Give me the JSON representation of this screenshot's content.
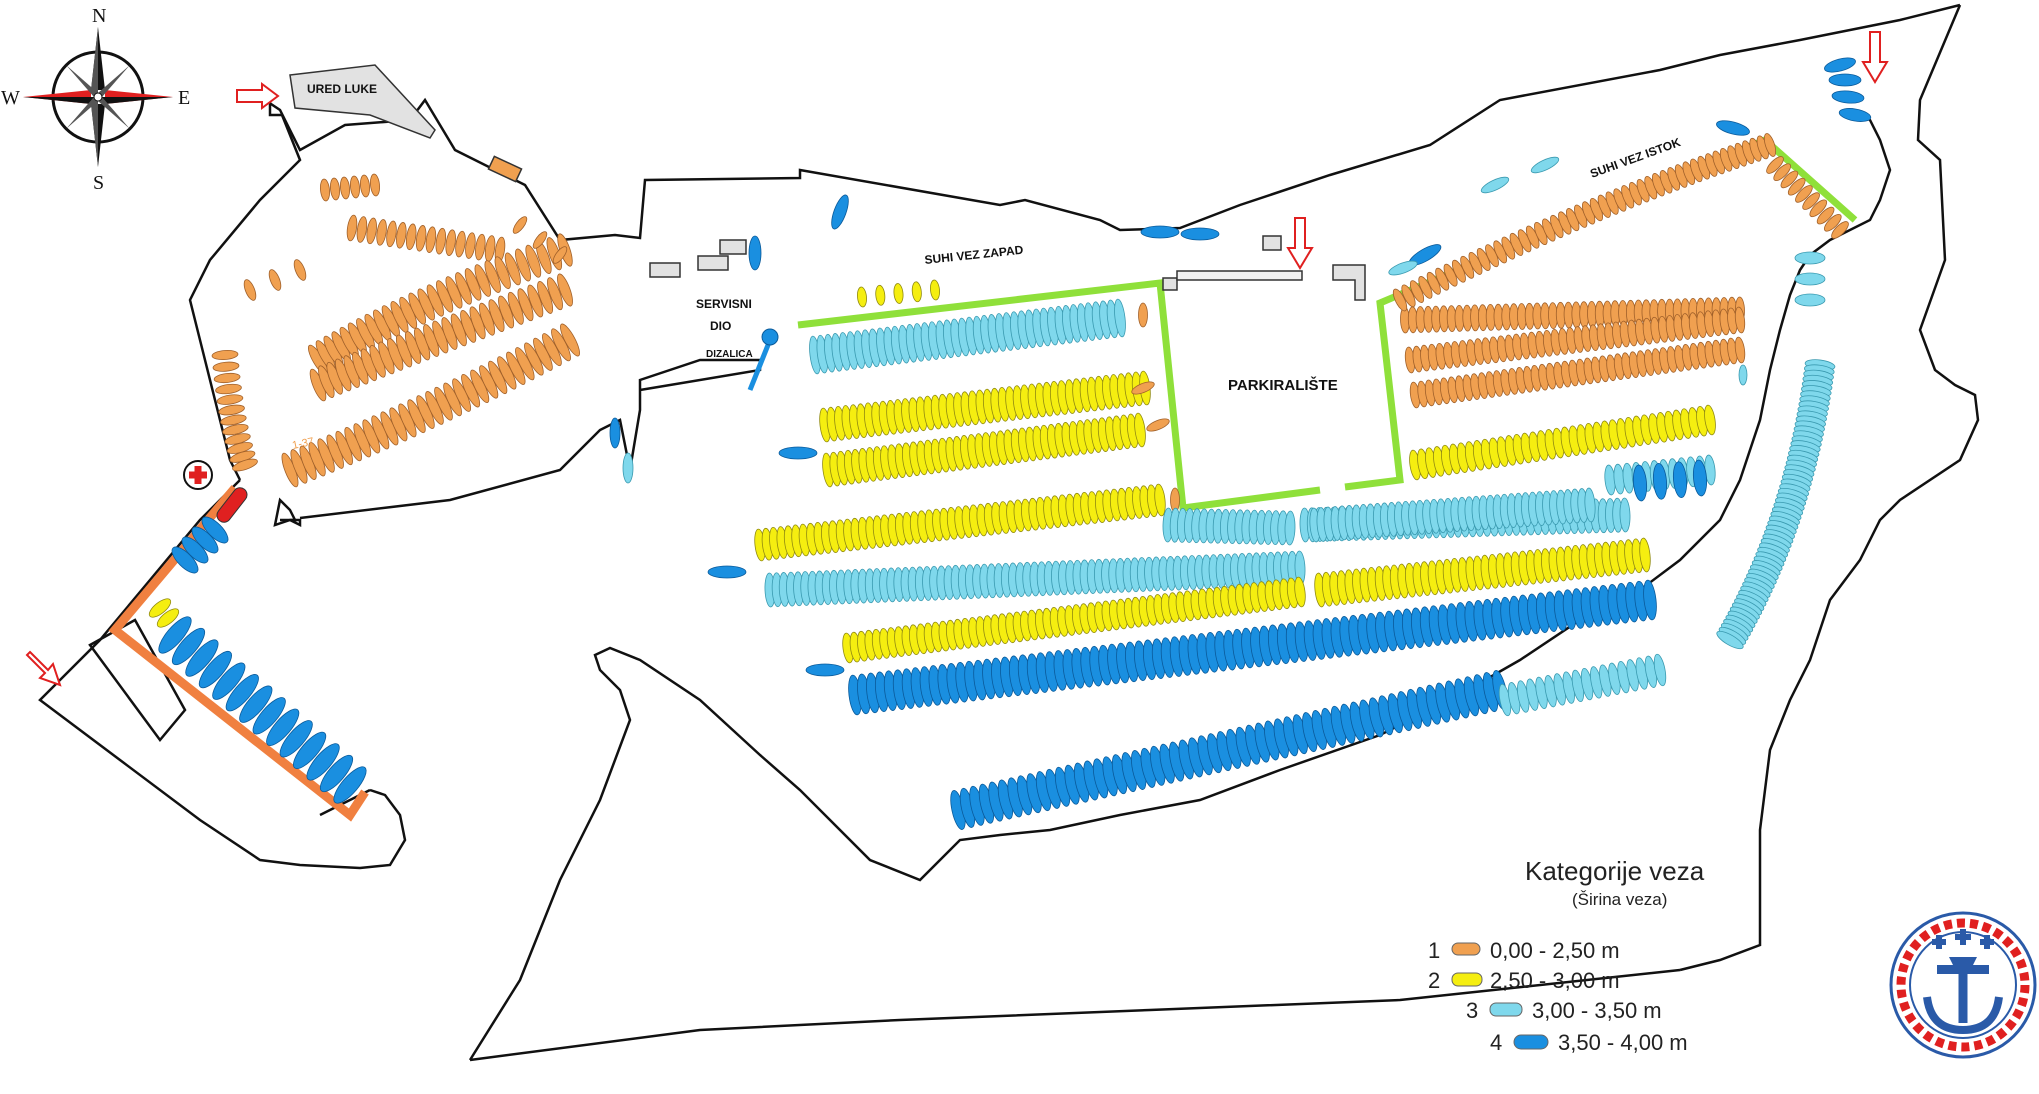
{
  "compass": {
    "n": "N",
    "s": "S",
    "e": "E",
    "w": "W"
  },
  "labels": {
    "office": "URED LUKE",
    "service_line1": "SERVISNI",
    "service_line2": "DIO",
    "crane": "DIZALICA",
    "dry_west": "SUHI VEZ ZAPAD",
    "dry_east": "SUHI VEZ ISTOK",
    "parking": "PARKIRALIŠTE",
    "range_note": "1-37"
  },
  "legend": {
    "title": "Kategorije veza",
    "subtitle": "(Širina veza)",
    "items": [
      {
        "num": "1",
        "range": "0,00 - 2,50 m",
        "color": "#f0a050"
      },
      {
        "num": "2",
        "range": "2,50 - 3,00 m",
        "color": "#f5ee10"
      },
      {
        "num": "3",
        "range": "3,00 - 3,50 m",
        "color": "#7fd8ec"
      },
      {
        "num": "4",
        "range": "3,50 - 4,00 m",
        "color": "#1a8fe0"
      }
    ]
  },
  "colors": {
    "cat1": "#f0a050",
    "cat2": "#f5ee10",
    "cat3": "#7fd8ec",
    "cat4": "#1a8fe0",
    "dry_berth_line": "#8fe03a",
    "fuel_pier_line": "#f08040",
    "medical": "#e02020"
  },
  "icons": [
    "compass-rose-icon",
    "entrance-arrow-icon",
    "first-aid-icon",
    "crane-icon",
    "port-authority-logo-icon"
  ]
}
